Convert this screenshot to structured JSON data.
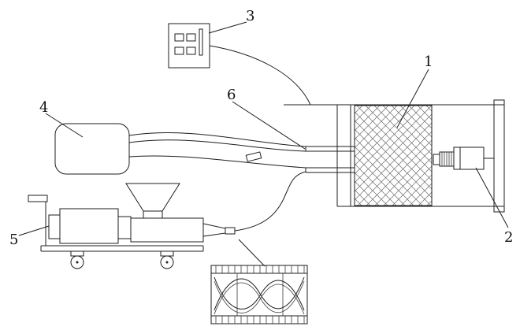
{
  "diagram": {
    "type": "patent-line-drawing",
    "background": "#ffffff",
    "ink": "#1d1d1d",
    "callouts": {
      "c1": "1",
      "c2": "2",
      "c3": "3",
      "c4": "4",
      "c5": "5",
      "c6": "6"
    },
    "components": {
      "c1": "process-chamber",
      "c2": "sensor-assembly",
      "c3": "control-panel",
      "c4": "reservoir-tank",
      "c5": "extruder-cart",
      "c6": "feed-lines"
    }
  }
}
